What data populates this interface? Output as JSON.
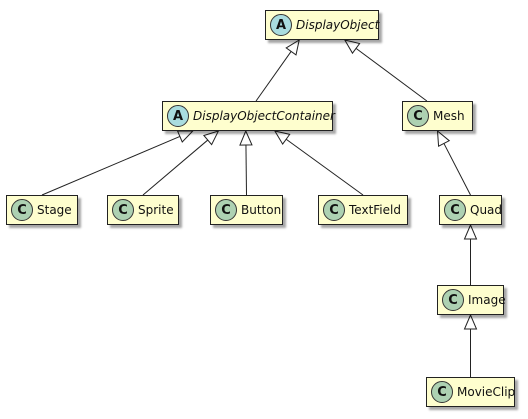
{
  "diagram": {
    "colors": {
      "node_fill": "#FEFECE",
      "border": "#222222",
      "abstract_badge": "#A9DCDF",
      "class_badge": "#ADD1B2"
    },
    "nodes": {
      "displayobject": {
        "stereotype": "A",
        "name": "DisplayObject",
        "kind": "abstract"
      },
      "container": {
        "stereotype": "A",
        "name": "DisplayObjectContainer",
        "kind": "abstract"
      },
      "mesh": {
        "stereotype": "C",
        "name": "Mesh",
        "kind": "class"
      },
      "stage": {
        "stereotype": "C",
        "name": "Stage",
        "kind": "class"
      },
      "sprite": {
        "stereotype": "C",
        "name": "Sprite",
        "kind": "class"
      },
      "button": {
        "stereotype": "C",
        "name": "Button",
        "kind": "class"
      },
      "textfield": {
        "stereotype": "C",
        "name": "TextField",
        "kind": "class"
      },
      "quad": {
        "stereotype": "C",
        "name": "Quad",
        "kind": "class"
      },
      "image": {
        "stereotype": "C",
        "name": "Image",
        "kind": "class"
      },
      "movieclip": {
        "stereotype": "C",
        "name": "MovieClip",
        "kind": "class"
      }
    },
    "edges": [
      {
        "from": "container",
        "to": "displayobject",
        "relation": "extends"
      },
      {
        "from": "mesh",
        "to": "displayobject",
        "relation": "extends"
      },
      {
        "from": "stage",
        "to": "container",
        "relation": "extends"
      },
      {
        "from": "sprite",
        "to": "container",
        "relation": "extends"
      },
      {
        "from": "button",
        "to": "container",
        "relation": "extends"
      },
      {
        "from": "textfield",
        "to": "container",
        "relation": "extends"
      },
      {
        "from": "quad",
        "to": "mesh",
        "relation": "extends"
      },
      {
        "from": "image",
        "to": "quad",
        "relation": "extends"
      },
      {
        "from": "movieclip",
        "to": "image",
        "relation": "extends"
      }
    ]
  }
}
